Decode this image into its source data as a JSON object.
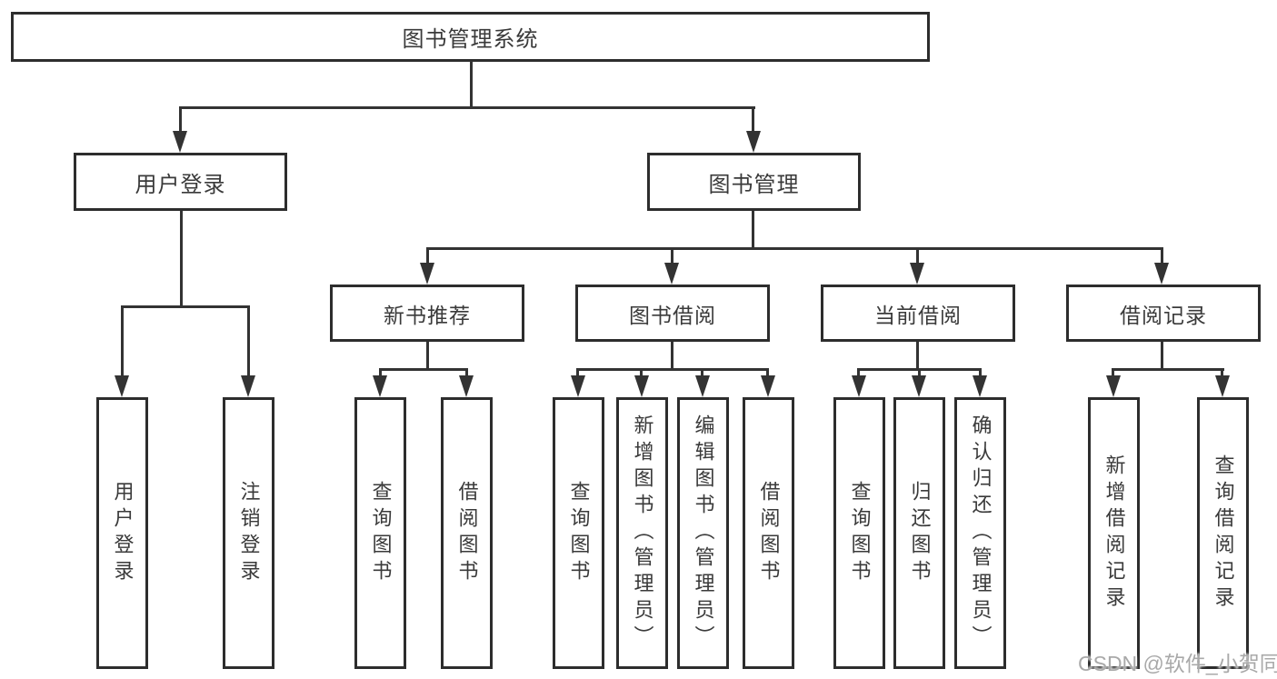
{
  "diagram": {
    "type": "hierarchy-tree",
    "title": "图书管理系统",
    "watermark": "CSDN @软件_小贺同学",
    "colors": {
      "background": "#ffffff",
      "box_border": "#2d2d2d",
      "line": "#333333",
      "text": "#3a3a3a",
      "watermark": "#a9a9a9"
    },
    "nodes": {
      "root": "图书管理系统",
      "user_login": "用户登录",
      "book_mgmt": "图书管理",
      "new_books": "新书推荐",
      "book_borrow": "图书借阅",
      "current_borrow": "当前借阅",
      "borrow_records": "借阅记录",
      "leaf_user_login": "用户登录",
      "leaf_logout": "注销登录",
      "leaf_nb_query": "查询图书",
      "leaf_nb_borrow": "借阅图书",
      "leaf_bb_query": "查询图书",
      "leaf_bb_add": "新增图书（管理员）",
      "leaf_bb_edit": "编辑图书（管理员）",
      "leaf_bb_borrow": "借阅图书",
      "leaf_cb_query": "查询图书",
      "leaf_cb_return": "归还图书",
      "leaf_cb_confirm": "确认归还（管理员）",
      "leaf_br_add": "新增借阅记录",
      "leaf_br_query": "查询借阅记录"
    },
    "hierarchy": {
      "图书管理系统": {
        "用户登录": [
          "用户登录",
          "注销登录"
        ],
        "图书管理": {
          "新书推荐": [
            "查询图书",
            "借阅图书"
          ],
          "图书借阅": [
            "查询图书",
            "新增图书（管理员）",
            "编辑图书（管理员）",
            "借阅图书"
          ],
          "当前借阅": [
            "查询图书",
            "归还图书",
            "确认归还（管理员）"
          ],
          "借阅记录": [
            "新增借阅记录",
            "查询借阅记录"
          ]
        }
      }
    }
  }
}
